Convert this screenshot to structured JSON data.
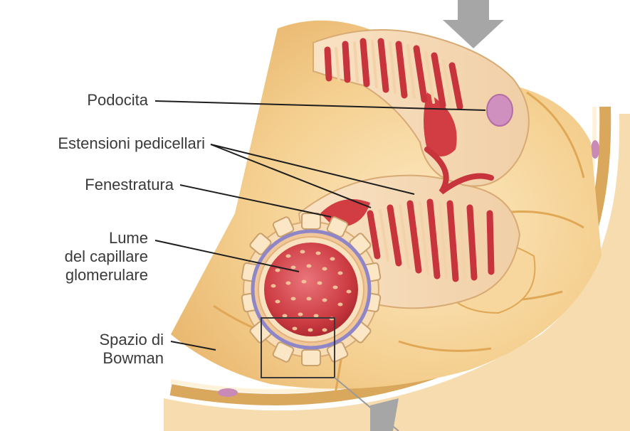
{
  "labels": {
    "podocita": "Podocita",
    "estensioni": "Estensioni pedicellari",
    "fenestratura": "Fenestratura",
    "lume_1": "Lume",
    "lume_2": "del capillare",
    "lume_3": "glomerulare",
    "spazio_1": "Spazio di",
    "spazio_2": "Bowman"
  },
  "colors": {
    "tissue": "#f3cc8c",
    "tissue_light": "#fbe3b6",
    "capillary": "#c9353c",
    "capillary_light": "#e8656a",
    "membrane": "#8f86c8",
    "nucleus": "#c98ab7",
    "leader_line": "#1e1e1e",
    "arrow": "#a6a6a6"
  }
}
